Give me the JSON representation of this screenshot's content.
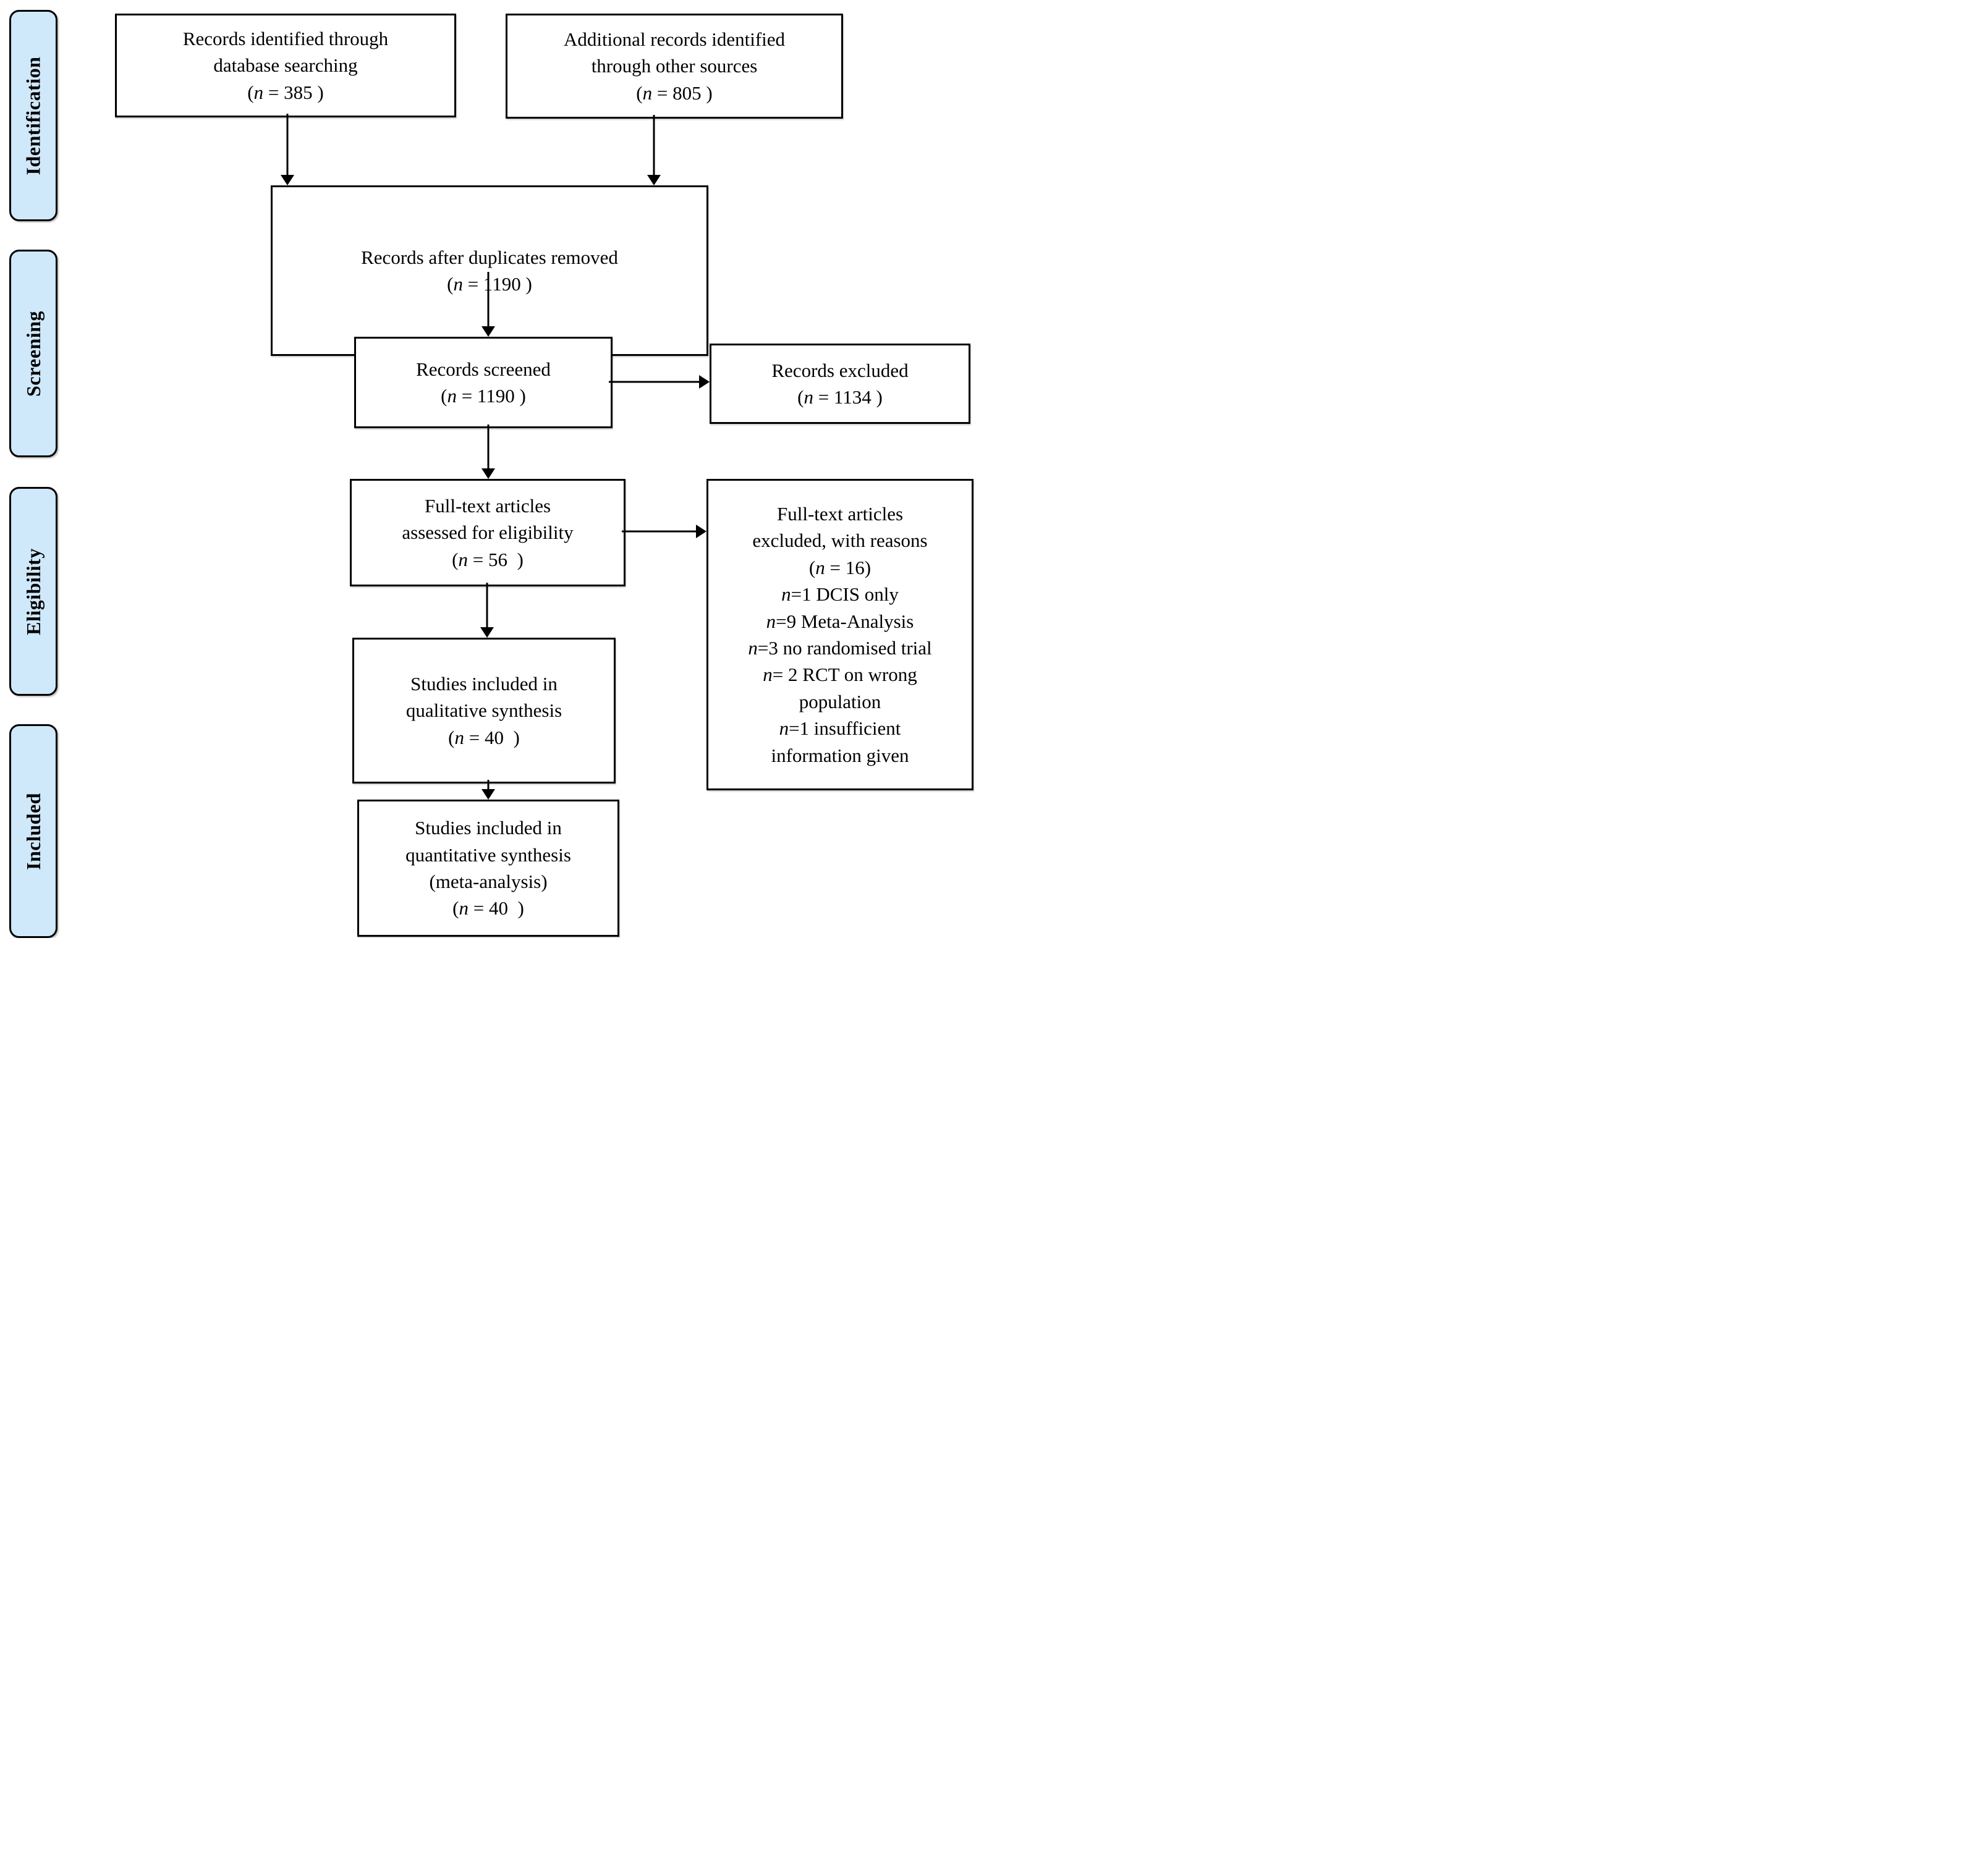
{
  "diagram": {
    "title": "PRISMA flow diagram",
    "colors": {
      "stage_fill": "#cfe8fa",
      "stage_border": "#000000",
      "box_fill": "#ffffff",
      "box_border": "#000000",
      "arrow": "#000000",
      "text": "#000000"
    },
    "stages": [
      {
        "label": "Identification"
      },
      {
        "label": "Screening"
      },
      {
        "label": "Eligibility"
      },
      {
        "label": "Included"
      }
    ],
    "boxes": {
      "db_records": {
        "lines": [
          "Records identified through",
          "database searching",
          "(n = 385 )"
        ]
      },
      "other_records": {
        "lines": [
          "Additional records identified",
          "through other sources",
          "(n = 805 )"
        ]
      },
      "dedup": {
        "lines": [
          "Records after duplicates removed",
          "(n = 1190 )"
        ]
      },
      "screened": {
        "lines": [
          "Records screened",
          "(n = 1190 )"
        ]
      },
      "excluded": {
        "lines": [
          "Records excluded",
          "(n = 1134 )"
        ]
      },
      "fulltext": {
        "lines": [
          "Full-text articles",
          "assessed for eligibility",
          "(n = 56  )"
        ]
      },
      "fulltext_excluded": {
        "lines": [
          "Full-text articles",
          "excluded, with reasons",
          "(n = 16)",
          "n=1 DCIS only",
          "n=9 Meta-Analysis",
          "n=3 no randomised trial",
          "n= 2 RCT on wrong",
          "population",
          "n=1 insufficient",
          "information given"
        ]
      },
      "qualitative": {
        "lines": [
          "Studies included in",
          "qualitative synthesis",
          "(n = 40  )"
        ]
      },
      "quantitative": {
        "lines": [
          "Studies included in",
          "quantitative synthesis",
          "(meta-analysis)",
          "(n = 40  )"
        ]
      }
    }
  }
}
